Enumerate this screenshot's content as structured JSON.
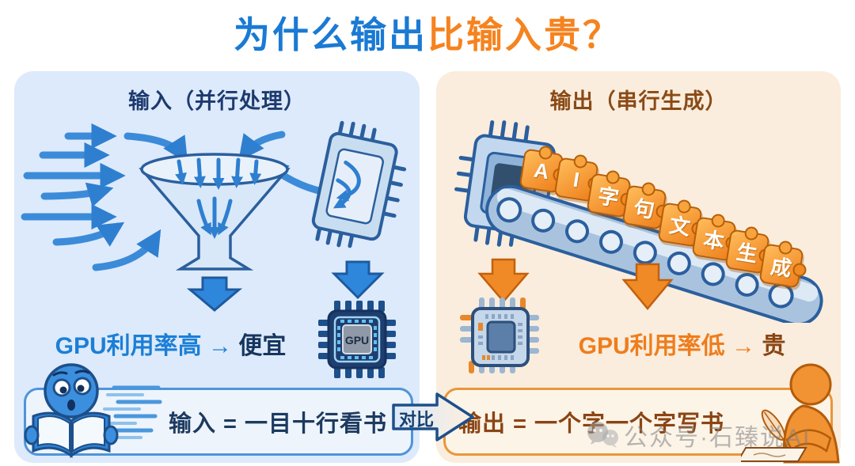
{
  "title": {
    "blue_part": "为什么输出",
    "orange_part": "比输入贵？"
  },
  "left_panel": {
    "header": "输入（并行处理）",
    "gpu_line_prefix": "GPU利用率高 → ",
    "gpu_line_suffix": "便宜",
    "chip_label": "GPU",
    "bottom_text": "输入 = 一目十行看书"
  },
  "right_panel": {
    "header": "输出（串行生成）",
    "pieces": [
      "A",
      "I",
      "字",
      "句",
      "文",
      "本",
      "生",
      "成"
    ],
    "gpu_line_prefix": "GPU利用率低 → ",
    "gpu_line_suffix": "贵",
    "bottom_text": "输出 = 一个字一个字写书"
  },
  "compare_arrow_label": "对比",
  "watermark_text": "公众号·石臻说AI",
  "colors": {
    "title_blue": "#1a7ad4",
    "title_orange": "#f5831f",
    "left_panel_bg": "#ddeafb",
    "right_panel_bg": "#faeddd",
    "navy_text": "#1d3a6e",
    "brown_text": "#8a4a16",
    "blue_accent": "#2f87dc",
    "orange_accent": "#f08a26"
  }
}
